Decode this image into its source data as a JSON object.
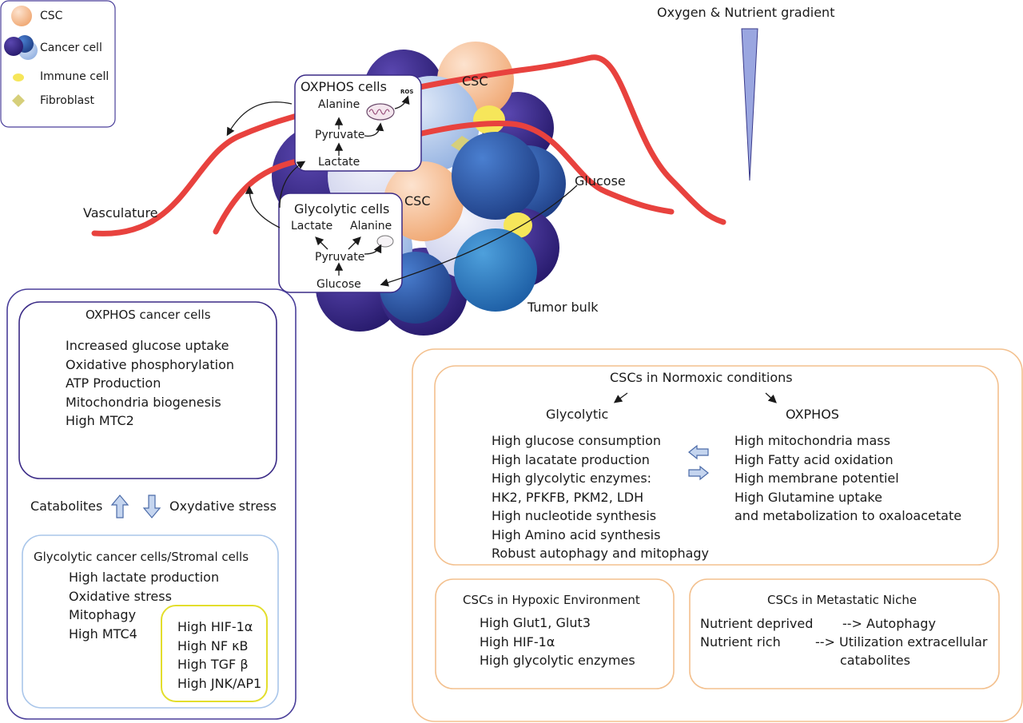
{
  "legend": {
    "csc": "CSC",
    "cancer_cell": "Cancer cell",
    "immune_cell": "Immune cell",
    "fibroblast": "Fibroblast"
  },
  "gradient_label": "Oxygen  & Nutrient gradient",
  "tumor": {
    "vasculature": "Vasculature",
    "tumor_bulk": "Tumor bulk",
    "glucose": "Glucose",
    "csc_top": "CSC",
    "csc_mid": "CSC",
    "ros": "ROS"
  },
  "oxphos_cells_box": {
    "title": "OXPHOS cells",
    "alanine": "Alanine",
    "pyruvate": "Pyruvate",
    "lactate": "Lactate"
  },
  "glycolytic_cells_box": {
    "title": "Glycolytic cells",
    "lactate": "Lactate",
    "alanine": "Alanine",
    "pyruvate": "Pyruvate",
    "glucose": "Glucose"
  },
  "left_panel": {
    "oxphos_title": "OXPHOS cancer cells",
    "oxphos_items": [
      "Increased glucose uptake",
      "Oxidative phosphorylation",
      "ATP Production",
      "Mitochondria biogenesis",
      "High MTC2"
    ],
    "catabolites": "Catabolites",
    "oxidative_stress": "Oxydative stress",
    "glyco_title": "Glycolytic cancer cells/Stromal cells",
    "glyco_items": [
      "High lactate production",
      "Oxidative stress",
      "Mitophagy",
      "High MTC4"
    ],
    "signaling_items": [
      "High HIF-1α",
      "High NF κB",
      "High TGF β",
      "High JNK/AP1"
    ]
  },
  "right_panel": {
    "normoxic_title": "CSCs in Normoxic conditions",
    "glycolytic_heading": "Glycolytic",
    "oxphos_heading": "OXPHOS",
    "glycolytic_items": [
      "High glucose consumption",
      "High lacatate production",
      "High glycolytic enzymes:",
      "HK2, PFKFB, PKM2, LDH",
      "High nucleotide synthesis",
      "High Amino acid synthesis",
      "Robust autophagy and mitophagy"
    ],
    "oxphos_items": [
      "High mitochondria mass",
      "High Fatty acid oxidation",
      "High membrane potentiel",
      "High Glutamine uptake",
      "and metabolization to oxaloacetate"
    ],
    "hypoxic_title": "CSCs in Hypoxic Environment",
    "hypoxic_items": [
      "High Glut1, Glut3",
      "High HIF-1α",
      "High glycolytic enzymes"
    ],
    "metastatic_title": "CSCs in Metastatic Niche",
    "metastatic_row1_label": "Nutrient deprived",
    "metastatic_row1_value": "--> Autophagy",
    "metastatic_row2_label": "Nutrient rich",
    "metastatic_row2_value": "--> Utilization extracellular",
    "metastatic_row3_value": "catabolites"
  },
  "colors": {
    "csc_orange": "#f2b07e",
    "dark_purple": "#3a2a86",
    "blue": "#2f5aa8",
    "light_blue": "#a9c2e8",
    "immune_yellow": "#f6e65a",
    "fibroblast": "#d6cf7a",
    "vessel_red": "#e8423e",
    "left_panel_border": "#4a3f9a",
    "light_blue_border": "#a9c6ea",
    "yellow_border": "#e3de2c",
    "orange_border": "#f3c08e",
    "gradient_fill": "#9aa6e0"
  }
}
